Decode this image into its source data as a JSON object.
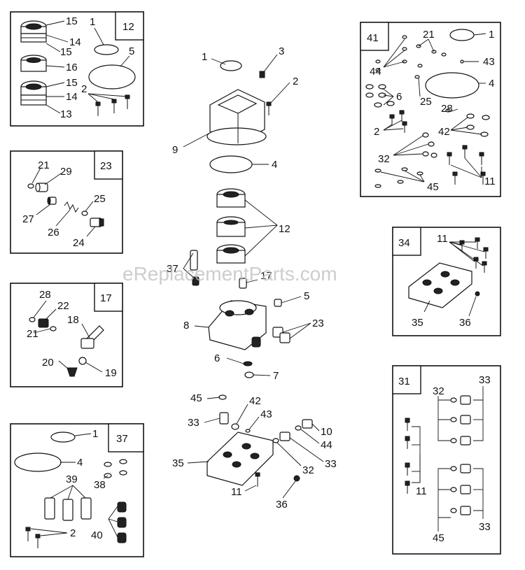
{
  "watermark": "eReplacementParts.com",
  "boxes": {
    "b12": "12",
    "b23": "23",
    "b17": "17",
    "b37": "37",
    "b41": "41",
    "b34": "34",
    "b31": "31"
  },
  "labels": {
    "b12_15a": "15",
    "b12_1": "1",
    "b12_14a": "14",
    "b12_15b": "15",
    "b12_5": "5",
    "b12_16": "16",
    "b12_15c": "15",
    "b12_2": "2",
    "b12_14b": "14",
    "b12_13": "13",
    "b23_21": "21",
    "b23_29": "29",
    "b23_25": "25",
    "b23_27": "27",
    "b23_26": "26",
    "b23_24": "24",
    "b17_28": "28",
    "b17_22": "22",
    "b17_18": "18",
    "b17_21": "21",
    "b17_20": "20",
    "b17_19": "19",
    "b37_1": "1",
    "b37_4": "4",
    "b37_39": "39",
    "b37_38": "38",
    "b37_40": "40",
    "b37_2": "2",
    "c_1": "1",
    "c_3": "3",
    "c_2": "2",
    "c_9": "9",
    "c_4": "4",
    "c_12": "12",
    "c_37": "37",
    "c_17": "17",
    "c_5": "5",
    "c_8": "8",
    "c_23": "23",
    "c_6": "6",
    "c_7": "7",
    "m_45": "45",
    "m_42": "42",
    "m_33a": "33",
    "m_43": "43",
    "m_10": "10",
    "m_44": "44",
    "m_35": "35",
    "m_32": "32",
    "m_33b": "33",
    "m_11": "11",
    "m_36": "36",
    "b41_21": "21",
    "b41_1": "1",
    "b41_44": "44",
    "b41_43": "43",
    "b41_4": "4",
    "b41_6": "6",
    "b41_25": "25",
    "b41_28": "28",
    "b41_2": "2",
    "b41_42": "42",
    "b41_32": "32",
    "b41_11": "11",
    "b41_45": "45",
    "b34_11": "11",
    "b34_35": "35",
    "b34_36": "36",
    "b31_32": "32",
    "b31_33a": "33",
    "b31_11": "11",
    "b31_45": "45",
    "b31_33b": "33"
  }
}
